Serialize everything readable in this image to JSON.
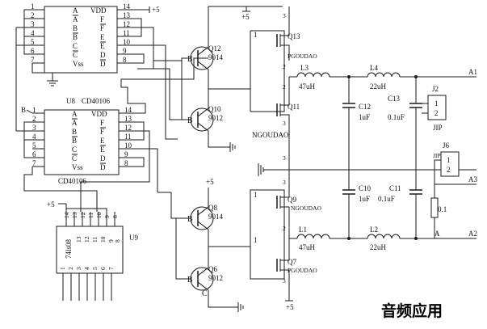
{
  "caption": "音频应用",
  "chips": {
    "u8": {
      "ref": "U8",
      "part": "CD40106",
      "pins_left": [
        "1",
        "2",
        "3",
        "4",
        "5",
        "6",
        "7"
      ],
      "pins_right": [
        "14",
        "13",
        "12",
        "11",
        "10",
        "9",
        "8"
      ],
      "left_labels": [
        "A",
        "A",
        "B",
        "B",
        "C",
        "C",
        "Vss"
      ],
      "right_labels": [
        "VDD",
        "F",
        "F",
        "E",
        "E",
        "D",
        "D"
      ],
      "part_below": "CD40106"
    },
    "u_top": {
      "part": "CD40106",
      "pins_left": [
        "1",
        "2",
        "3",
        "4",
        "5",
        "6",
        "7"
      ],
      "pins_right": [
        "14",
        "13",
        "12",
        "11",
        "10",
        "9",
        "8"
      ],
      "left_labels": [
        "A",
        "A",
        "B",
        "B",
        "C",
        "C",
        "Vss"
      ],
      "right_labels": [
        "VDD",
        "F",
        "F",
        "E",
        "E",
        "D",
        "D"
      ]
    },
    "u9": {
      "ref": "U9",
      "part": "74ls08",
      "top_pins": [
        "14",
        "13",
        "12",
        "11",
        "10",
        "9",
        "8"
      ],
      "bottom_pins": [
        "1",
        "2",
        "3",
        "4",
        "5",
        "6",
        "7"
      ]
    }
  },
  "transistors": [
    {
      "ref": "Q12",
      "part": "9014"
    },
    {
      "ref": "Q10",
      "part": "9012"
    },
    {
      "ref": "Q8",
      "part": "9014"
    },
    {
      "ref": "Q6",
      "part": "9012"
    }
  ],
  "mosfets": [
    {
      "ref": "Q13",
      "part": "PGOUDAO"
    },
    {
      "ref": "Q11",
      "part": "NGOUDAO"
    },
    {
      "ref": "Q9",
      "part": "NGOUDAO"
    },
    {
      "ref": "Q7",
      "part": "PGOUDAO"
    }
  ],
  "inductors": [
    {
      "ref": "L3",
      "value": "47uH"
    },
    {
      "ref": "L4",
      "value": "22uH"
    },
    {
      "ref": "L1",
      "value": "47uH"
    },
    {
      "ref": "L2",
      "value": "22uH"
    }
  ],
  "capacitors": [
    {
      "ref": "C12",
      "value": "1uF"
    },
    {
      "ref": "C13",
      "value": "0.1uF"
    },
    {
      "ref": "C10",
      "value": "1uF"
    },
    {
      "ref": "C11",
      "value": "0.1uF"
    }
  ],
  "jumpers": [
    {
      "ref": "J2",
      "part": "JIP",
      "pins": [
        "1",
        "2"
      ]
    },
    {
      "ref": "J6",
      "part": "JIP",
      "pins": [
        "1",
        "2"
      ]
    }
  ],
  "resistor": {
    "value": "0.1"
  },
  "nets": {
    "vcc": "+5",
    "a1": "A1",
    "a2": "A2",
    "a3": "A3",
    "a": "A",
    "b_pin": "B",
    "b_gate": "B",
    "c_pin": "C",
    "e_pin": "E",
    "gate_pin": "1",
    "drain_pin": "2",
    "source_pin": "3"
  }
}
